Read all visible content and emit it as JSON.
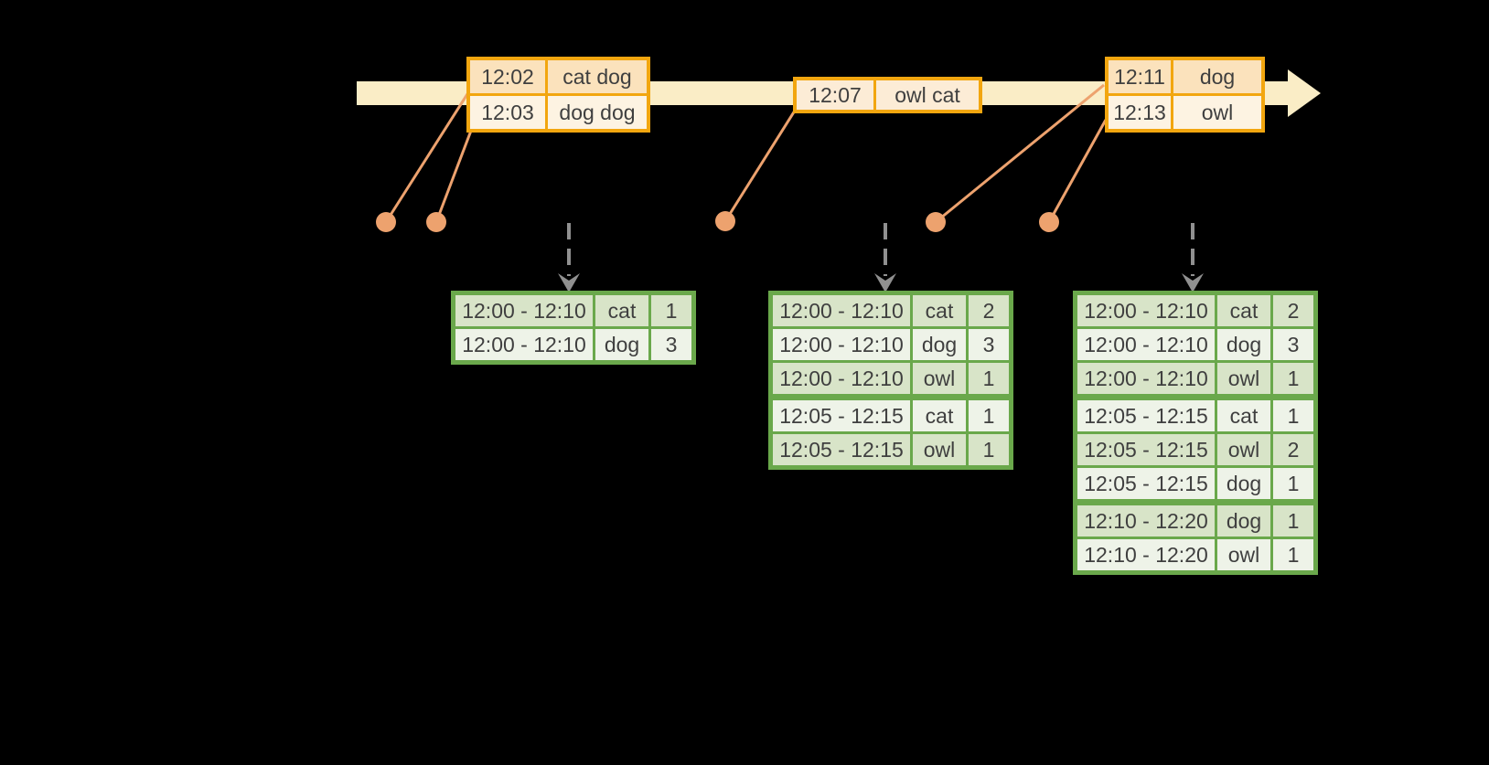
{
  "colors": {
    "bg": "#000000",
    "band": "#faedc6",
    "gold": "#f2a60f",
    "peach": "#fbe2bc",
    "cream": "#fdf3e2",
    "mid": "#fcecd6",
    "green": "#6aa84b",
    "rowdark": "#d8e4c8",
    "rowlight": "#eef3e8",
    "salmon": "#eda26e",
    "gray": "#909090",
    "text": "#3f3f3f"
  },
  "event_tables": [
    {
      "rows": [
        {
          "time": "12:02",
          "words": "cat dog"
        },
        {
          "time": "12:03",
          "words": "dog dog"
        }
      ]
    },
    {
      "rows": [
        {
          "time": "12:07",
          "words": "owl cat"
        }
      ]
    },
    {
      "rows": [
        {
          "time": "12:11",
          "words": "dog"
        },
        {
          "time": "12:13",
          "words": "owl"
        }
      ]
    }
  ],
  "result_tables": [
    {
      "rows": [
        {
          "window": "12:00 - 12:10",
          "word": "cat",
          "count": "1"
        },
        {
          "window": "12:00 - 12:10",
          "word": "dog",
          "count": "3"
        }
      ]
    },
    {
      "rows": [
        {
          "window": "12:00 - 12:10",
          "word": "cat",
          "count": "2"
        },
        {
          "window": "12:00 - 12:10",
          "word": "dog",
          "count": "3"
        },
        {
          "window": "12:00 - 12:10",
          "word": "owl",
          "count": "1"
        },
        {
          "window": "12:05 - 12:15",
          "word": "cat",
          "count": "1"
        },
        {
          "window": "12:05 - 12:15",
          "word": "owl",
          "count": "1"
        }
      ]
    },
    {
      "rows": [
        {
          "window": "12:00 - 12:10",
          "word": "cat",
          "count": "2"
        },
        {
          "window": "12:00 - 12:10",
          "word": "dog",
          "count": "3"
        },
        {
          "window": "12:00 - 12:10",
          "word": "owl",
          "count": "1"
        },
        {
          "window": "12:05 - 12:15",
          "word": "cat",
          "count": "1"
        },
        {
          "window": "12:05 - 12:15",
          "word": "owl",
          "count": "2"
        },
        {
          "window": "12:05 - 12:15",
          "word": "dog",
          "count": "1"
        },
        {
          "window": "12:10 - 12:20",
          "word": "dog",
          "count": "1"
        },
        {
          "window": "12:10 - 12:20",
          "word": "owl",
          "count": "1"
        }
      ]
    }
  ]
}
